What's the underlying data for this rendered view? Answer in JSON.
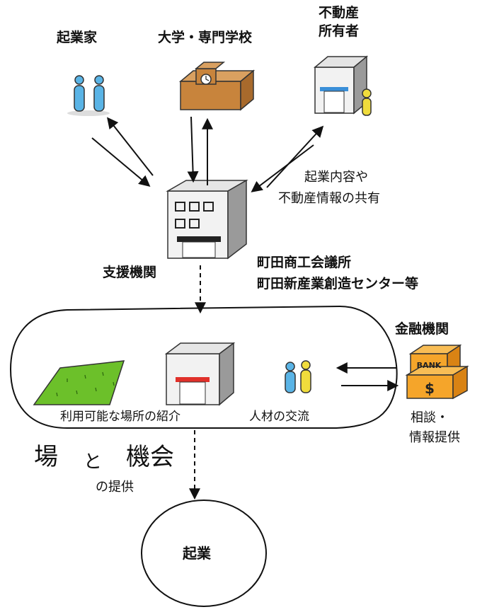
{
  "actors": {
    "entrepreneur": "起業家",
    "university": "大学・専門学校",
    "property_owner_line1": "不動産",
    "property_owner_line2": "所有者"
  },
  "sharing_note": {
    "line1": "起業内容や",
    "line2": "不動産情報の共有"
  },
  "support": {
    "label": "支援機関",
    "orgs_line1": "町田商工会議所",
    "orgs_line2": "町田新産業創造センター等"
  },
  "opportunity_area": {
    "place_intro": "利用可能な場所の紹介",
    "people_exchange": "人材の交流",
    "title_part1": "場",
    "title_part2": "と",
    "title_part3": "機会",
    "title_sub": "の提供"
  },
  "finance": {
    "label": "金融機関",
    "note_line1": "相談・",
    "note_line2": "情報提供",
    "bank_sign": "BANK",
    "bank_symbol": "$"
  },
  "goal": {
    "label": "起業"
  },
  "colors": {
    "person_blue": "#5ab4e6",
    "person_yellow": "#f0dc3c",
    "school_brown": "#c8843c",
    "bank_orange": "#f5a52a",
    "field_green": "#6cc02a",
    "accent_red": "#e0302a"
  }
}
